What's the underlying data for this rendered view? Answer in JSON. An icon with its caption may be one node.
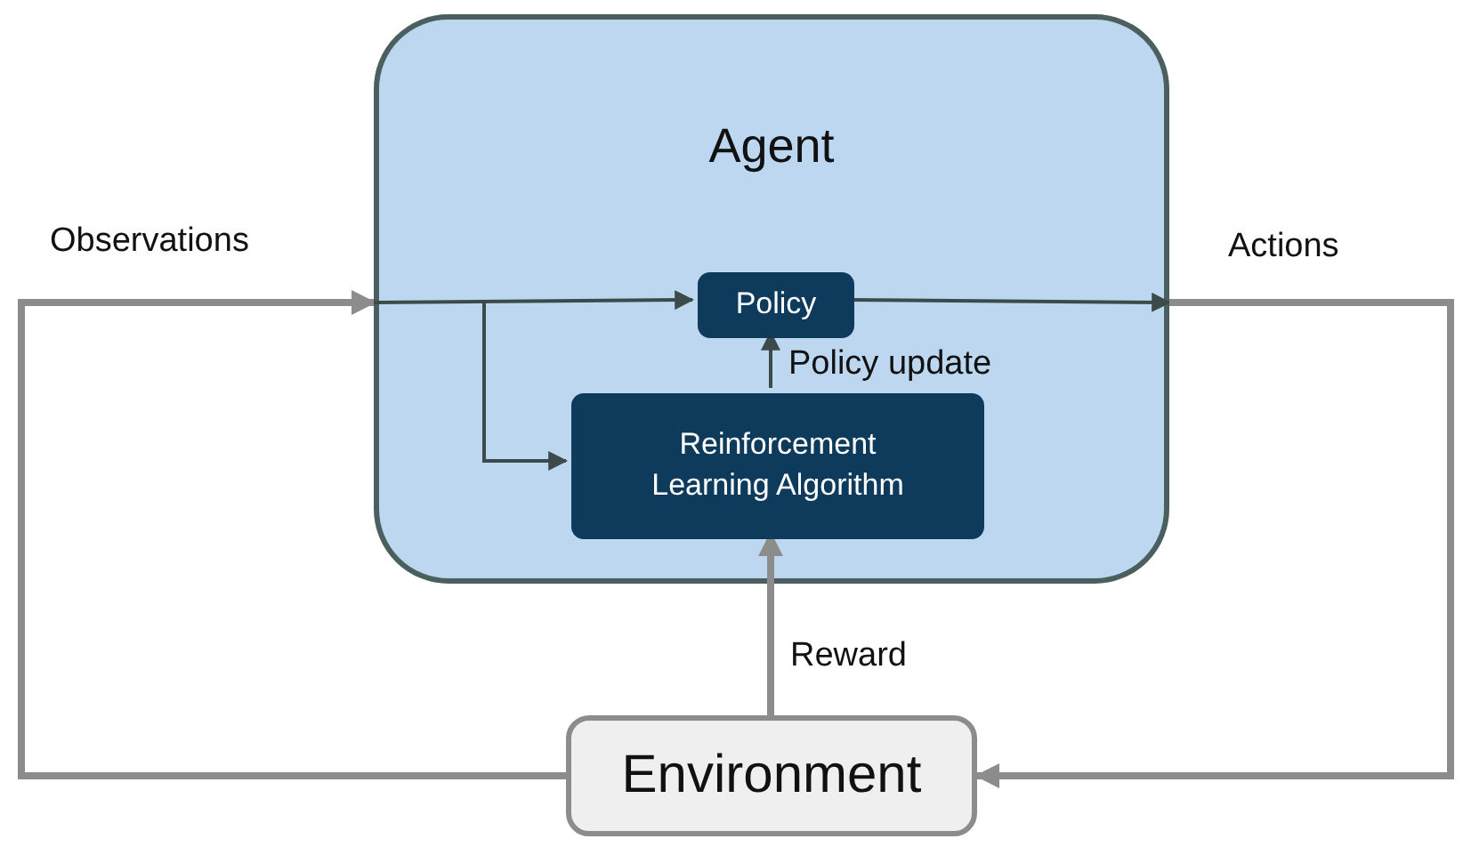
{
  "diagram": {
    "nodes": [
      {
        "text": [
          "Agent"
        ]
      },
      {
        "text": [
          "Policy"
        ],
        "in": 0
      },
      {
        "text": [
          "Reinforcement Learning Algorithm"
        ],
        "in": 0
      },
      {
        "text": [
          "Environment"
        ]
      }
    ],
    "edges": [
      {
        "from": 3,
        "to": 0,
        "arrow": "to",
        "label": "Observations",
        "style": "thick",
        "color": "#8c8c8c"
      },
      {
        "from": null,
        "to": 1,
        "arrow": "to"
      },
      {
        "from": null,
        "to": 2,
        "arrow": "to"
      },
      {
        "from": 1,
        "to": null,
        "arrow": "to"
      },
      {
        "from": 0,
        "to": 3,
        "arrow": "to",
        "label": "Actions",
        "style": "thick",
        "color": "#8c8c8c"
      },
      {
        "from": 2,
        "to": 1,
        "arrow": "to",
        "label": "Policy update"
      },
      {
        "from": 3,
        "to": 2,
        "arrow": "to",
        "label": "Reward",
        "style": "thick",
        "color": "#8c8c8c"
      }
    ]
  }
}
